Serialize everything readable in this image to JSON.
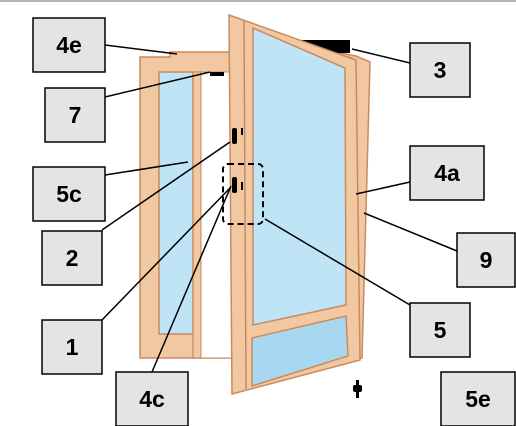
{
  "callouts": [
    {
      "id": "4e",
      "label": "4e"
    },
    {
      "id": "3",
      "label": "3"
    },
    {
      "id": "7",
      "label": "7"
    },
    {
      "id": "4a",
      "label": "4a"
    },
    {
      "id": "5c",
      "label": "5c"
    },
    {
      "id": "9",
      "label": "9"
    },
    {
      "id": "2",
      "label": "2"
    },
    {
      "id": "5",
      "label": "5"
    },
    {
      "id": "1",
      "label": "1"
    },
    {
      "id": "4c",
      "label": "4c"
    },
    {
      "id": "5e",
      "label": "5e"
    }
  ],
  "colors": {
    "frame_wood": "#f2c8a2",
    "frame_outline": "#c98a5e",
    "glass": "#bfe4f6",
    "glass_lower": "#a8d8f0",
    "label_box": "#e4e4e4",
    "dark_hardware": "#000000"
  }
}
